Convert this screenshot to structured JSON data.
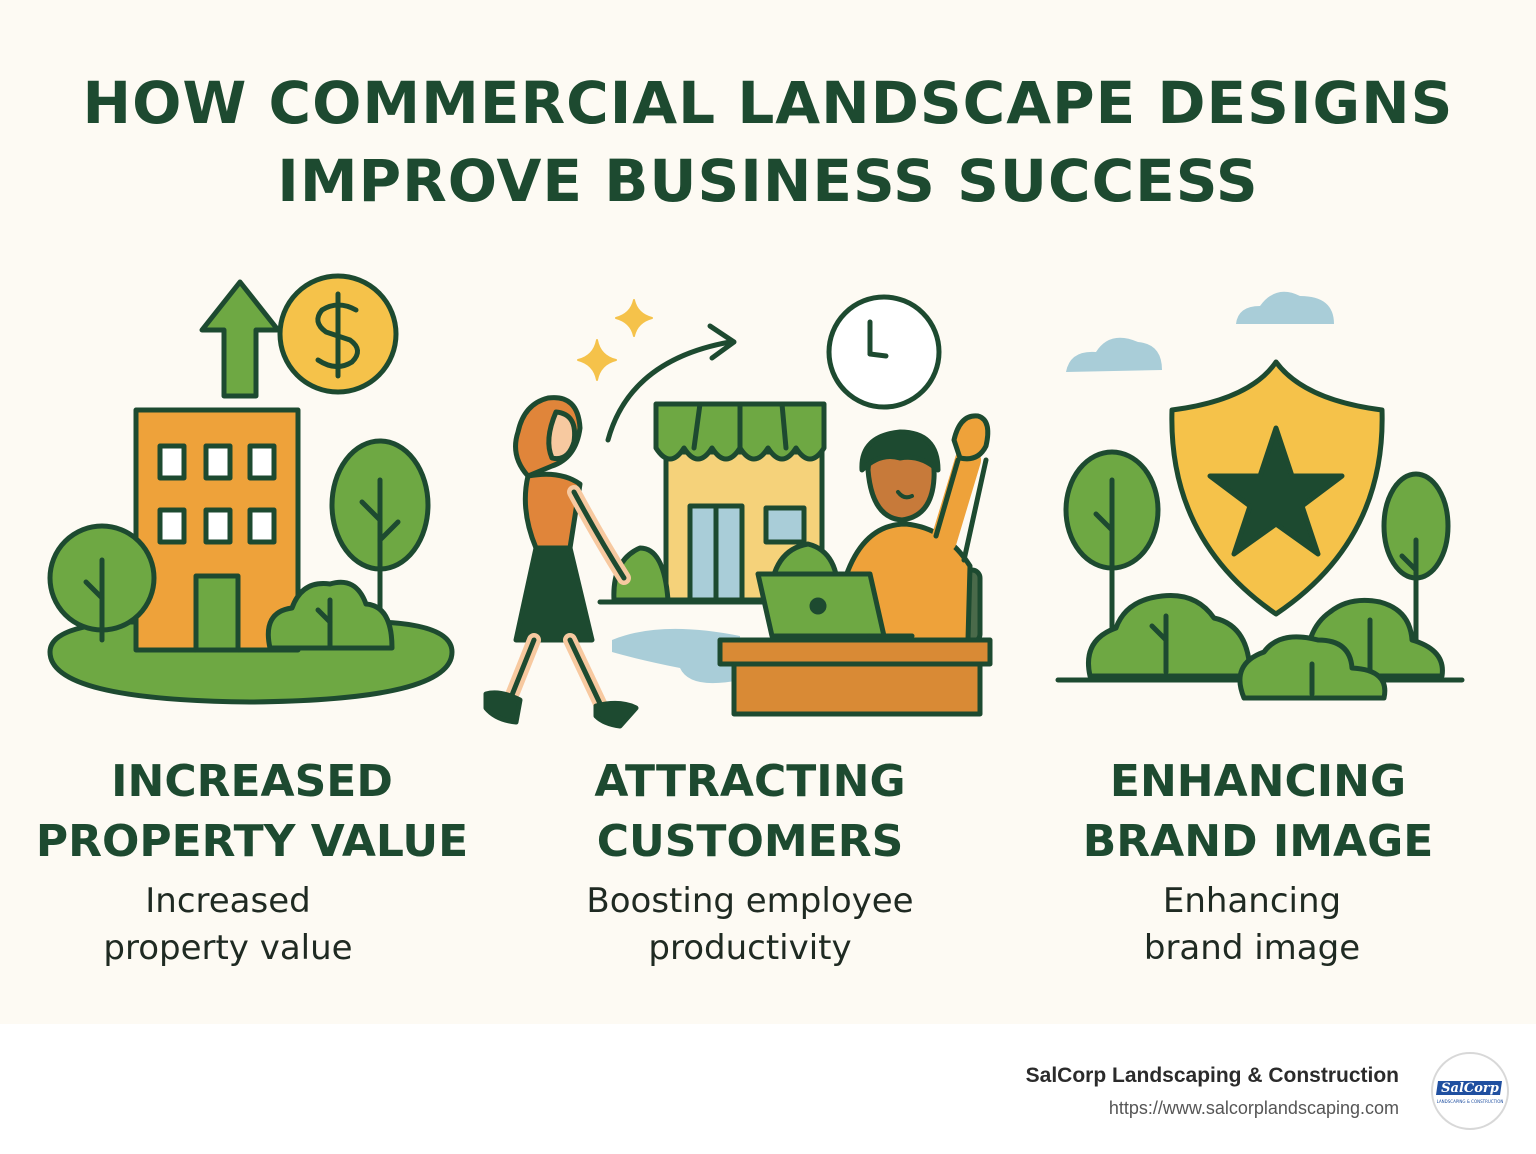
{
  "title": {
    "line1": "HOW COMMERCIAL LANDSCAPE DESIGNS",
    "line2": "IMPROVE BUSINESS SUCCESS"
  },
  "columns": [
    {
      "heading_line1": "INCREASED",
      "heading_line2": "PROPERTY VALUE",
      "sub_line1": "Increased",
      "sub_line2": "property value"
    },
    {
      "heading_line1": "ATTRACTING",
      "heading_line2": "CUSTOMERS",
      "sub_line1": "Boosting employee",
      "sub_line2": "productivity"
    },
    {
      "heading_line1": "ENHANCING",
      "heading_line2": "BRAND IMAGE",
      "sub_line1": "Enhancing",
      "sub_line2": "brand image"
    }
  ],
  "footer": {
    "brand_name": "SalCorp Landscaping & Construction",
    "brand_url": "https://www.salcorplandscaping.com",
    "logo_text": "SalCorp",
    "logo_subtext": "LANDSCAPING & CONSTRUCTION"
  },
  "icons": {
    "col1": [
      "up-arrow-icon",
      "dollar-coin-icon",
      "office-building-icon",
      "tree-icon",
      "bush-icon"
    ],
    "col2": [
      "sparkle-icon",
      "curved-arrow-icon",
      "clock-icon",
      "storefront-icon",
      "walking-woman-icon",
      "cheering-man-icon",
      "laptop-icon",
      "desk-icon"
    ],
    "col3": [
      "cloud-icon",
      "shield-star-icon",
      "tree-icon",
      "bush-icon"
    ]
  },
  "colors": {
    "dark_green": "#1d4a30",
    "leaf_green": "#6ea843",
    "orange": "#eea23a",
    "yellow": "#f5c24a",
    "light_blue": "#a9cdd8",
    "background": "#fdfaf3"
  }
}
